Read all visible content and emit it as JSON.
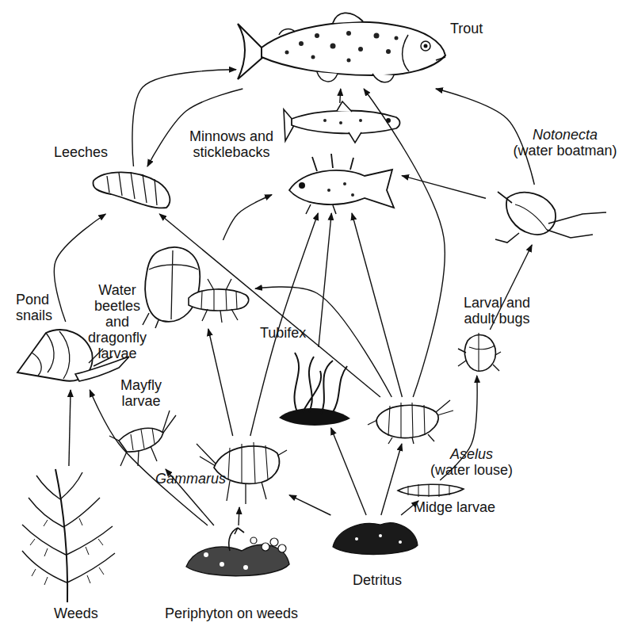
{
  "diagram": {
    "nodes": [
      {
        "text": [
          "Trout"
        ]
      },
      {
        "text": [
          "Minnows and sticklebacks"
        ]
      },
      {
        "text": [
          "Leeches"
        ]
      },
      {
        "text": [
          "Notonecta",
          "(water boatman)"
        ]
      },
      {
        "text": [
          "Water beetles and dragonfly larvae"
        ]
      },
      {
        "text": [
          "Pond snails"
        ]
      },
      {
        "text": [
          "Tubifex"
        ]
      },
      {
        "text": [
          "Larval and adult bugs"
        ]
      },
      {
        "text": [
          "Mayfly larvae"
        ]
      },
      {
        "text": [
          "Gammarus"
        ]
      },
      {
        "text": [
          "Aselus",
          "(water louse)"
        ]
      },
      {
        "text": [
          "Midge larvae"
        ]
      },
      {
        "text": [
          "Weeds"
        ]
      },
      {
        "text": [
          "Periphyton on weeds"
        ]
      },
      {
        "text": [
          "Detritus"
        ]
      }
    ],
    "edges": [
      {
        "from": 2,
        "to": 0,
        "arrow": "to"
      },
      {
        "from": 0,
        "to": 2,
        "arrow": "to"
      },
      {
        "from": 1,
        "to": 0,
        "arrow": "to"
      },
      {
        "from": 3,
        "to": 0,
        "arrow": "to"
      },
      {
        "from": 3,
        "to": 1,
        "arrow": "to"
      },
      {
        "from": 10,
        "to": 0,
        "arrow": "to"
      },
      {
        "from": 10,
        "to": 1,
        "arrow": "to"
      },
      {
        "from": 10,
        "to": 2,
        "arrow": "to"
      },
      {
        "from": 10,
        "to": 4,
        "arrow": "to"
      },
      {
        "from": 6,
        "to": 1,
        "arrow": "to"
      },
      {
        "from": 9,
        "to": 1,
        "arrow": "to"
      },
      {
        "from": 9,
        "to": 4,
        "arrow": "to"
      },
      {
        "from": 4,
        "to": 1,
        "arrow": "to"
      },
      {
        "from": 5,
        "to": 2,
        "arrow": "to"
      },
      {
        "from": 12,
        "to": 5,
        "arrow": "to"
      },
      {
        "from": 13,
        "to": 5,
        "arrow": "to"
      },
      {
        "from": 13,
        "to": 8,
        "arrow": "to"
      },
      {
        "from": 13,
        "to": 9,
        "arrow": "to"
      },
      {
        "from": 14,
        "to": 9,
        "arrow": "to"
      },
      {
        "from": 14,
        "to": 6,
        "arrow": "to"
      },
      {
        "from": 14,
        "to": 10,
        "arrow": "to"
      },
      {
        "from": 14,
        "to": 11,
        "arrow": "to"
      },
      {
        "from": 11,
        "to": 7,
        "arrow": "to"
      },
      {
        "from": 7,
        "to": 3,
        "arrow": "to"
      }
    ]
  }
}
